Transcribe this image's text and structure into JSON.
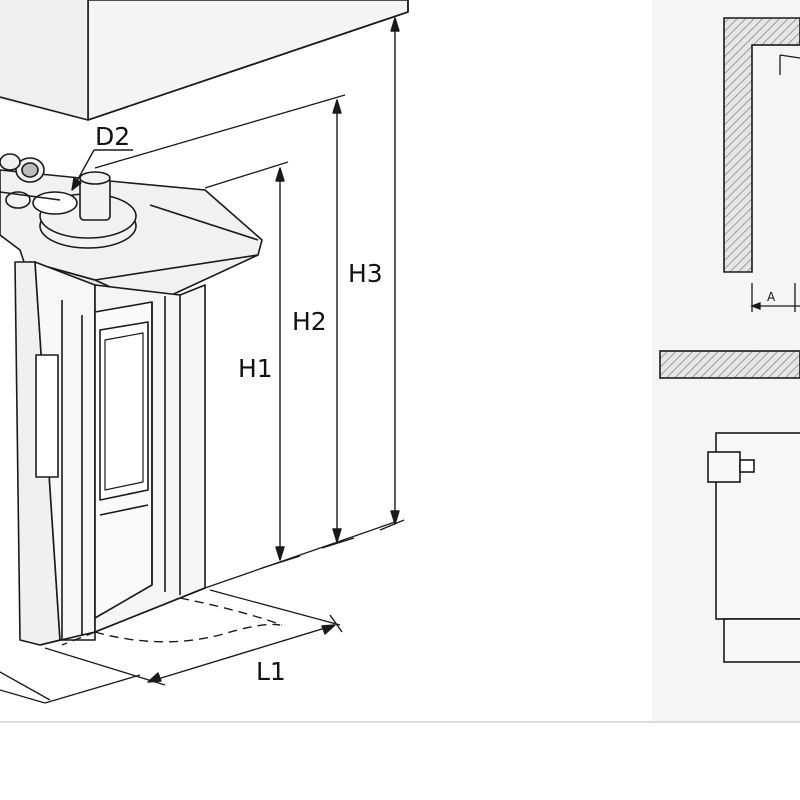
{
  "labels": {
    "d2": "D2",
    "h1": "H1",
    "h2": "H2",
    "h3": "H3",
    "l1": "L1",
    "a": "A"
  },
  "colors": {
    "background": "#ffffff",
    "line": "#1a1a1a",
    "panel": "#f5f5f5",
    "hatch": "#9a9a9a",
    "separator": "#dddddd"
  }
}
